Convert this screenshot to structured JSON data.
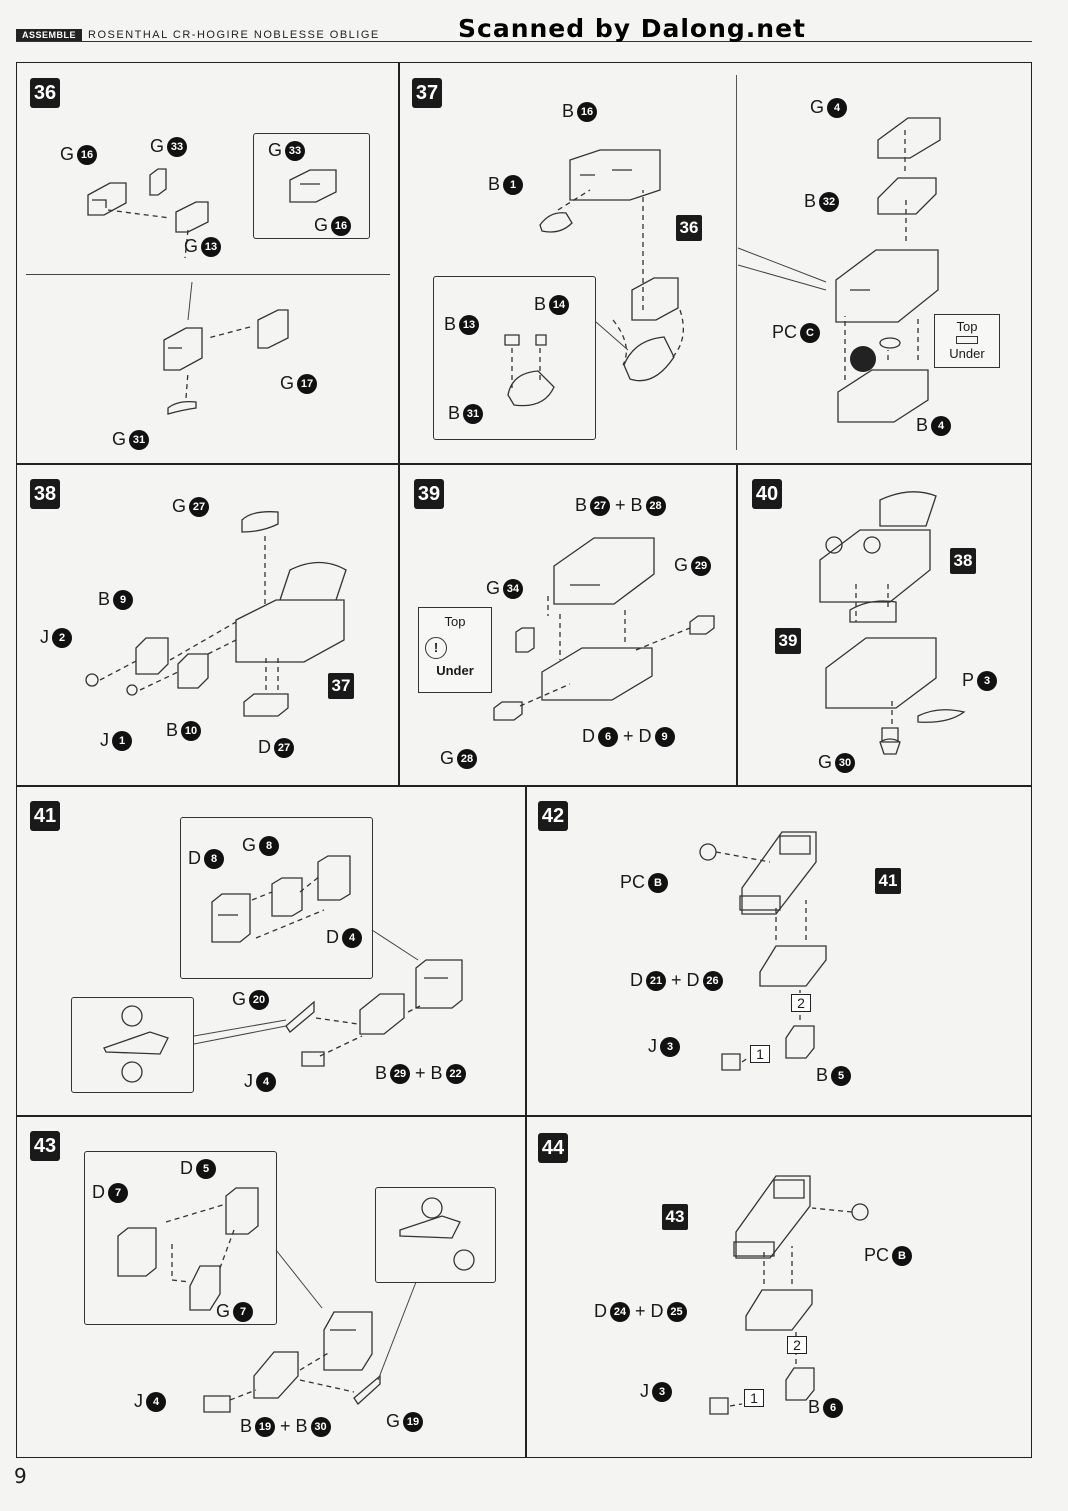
{
  "header": {
    "tag": "ASSEMBLE",
    "title": "ROSENTHAL CR-HOGIRE NOBLESSE OBLIGE",
    "watermark": "Scanned by Dalong.net"
  },
  "page_number": "9",
  "steps": {
    "s36": {
      "num": "36",
      "labels": [
        {
          "l": "G",
          "n": "16"
        },
        {
          "l": "G",
          "n": "33"
        },
        {
          "l": "G",
          "n": "13"
        },
        {
          "l": "G",
          "n": "33"
        },
        {
          "l": "G",
          "n": "16"
        },
        {
          "l": "G",
          "n": "17"
        },
        {
          "l": "G",
          "n": "31"
        }
      ]
    },
    "s37": {
      "num": "37",
      "ref": "36",
      "labels": [
        {
          "l": "B",
          "n": "16"
        },
        {
          "l": "B",
          "n": "1"
        },
        {
          "l": "B",
          "n": "13"
        },
        {
          "l": "B",
          "n": "14"
        },
        {
          "l": "B",
          "n": "31"
        },
        {
          "l": "G",
          "n": "4"
        },
        {
          "l": "B",
          "n": "32"
        },
        {
          "l": "PC",
          "n": "C"
        },
        {
          "l": "B",
          "n": "4"
        }
      ],
      "note": {
        "top": "Top",
        "under": "Under"
      }
    },
    "s38": {
      "num": "38",
      "ref": "37",
      "labels": [
        {
          "l": "G",
          "n": "27"
        },
        {
          "l": "B",
          "n": "9"
        },
        {
          "l": "J",
          "n": "2"
        },
        {
          "l": "J",
          "n": "1"
        },
        {
          "l": "B",
          "n": "10"
        },
        {
          "l": "D",
          "n": "27"
        }
      ]
    },
    "s39": {
      "num": "39",
      "labels": [
        {
          "l": "B",
          "n": "27"
        },
        {
          "l": "B",
          "n": "28"
        },
        {
          "l": "G",
          "n": "34"
        },
        {
          "l": "G",
          "n": "29"
        },
        {
          "l": "D",
          "n": "6"
        },
        {
          "l": "D",
          "n": "9"
        },
        {
          "l": "G",
          "n": "28"
        }
      ],
      "note": {
        "top": "Top",
        "under": "Under"
      }
    },
    "s40": {
      "num": "40",
      "refs": [
        "38",
        "39"
      ],
      "labels": [
        {
          "l": "P",
          "n": "3"
        },
        {
          "l": "G",
          "n": "30"
        }
      ]
    },
    "s41": {
      "num": "41",
      "labels": [
        {
          "l": "D",
          "n": "8"
        },
        {
          "l": "G",
          "n": "8"
        },
        {
          "l": "D",
          "n": "4"
        },
        {
          "l": "G",
          "n": "20"
        },
        {
          "l": "J",
          "n": "4"
        },
        {
          "l": "B",
          "n": "29"
        },
        {
          "l": "B",
          "n": "22"
        }
      ]
    },
    "s42": {
      "num": "42",
      "ref": "41",
      "labels": [
        {
          "l": "PC",
          "n": "B"
        },
        {
          "l": "D",
          "n": "21"
        },
        {
          "l": "D",
          "n": "26"
        },
        {
          "l": "J",
          "n": "3"
        },
        {
          "l": "B",
          "n": "5"
        }
      ],
      "order": [
        "1",
        "2"
      ]
    },
    "s43": {
      "num": "43",
      "labels": [
        {
          "l": "D",
          "n": "5"
        },
        {
          "l": "D",
          "n": "7"
        },
        {
          "l": "G",
          "n": "7"
        },
        {
          "l": "J",
          "n": "4"
        },
        {
          "l": "B",
          "n": "19"
        },
        {
          "l": "B",
          "n": "30"
        },
        {
          "l": "G",
          "n": "19"
        }
      ]
    },
    "s44": {
      "num": "44",
      "ref": "43",
      "labels": [
        {
          "l": "PC",
          "n": "B"
        },
        {
          "l": "D",
          "n": "24"
        },
        {
          "l": "D",
          "n": "25"
        },
        {
          "l": "J",
          "n": "3"
        },
        {
          "l": "B",
          "n": "6"
        }
      ],
      "order": [
        "1",
        "2"
      ]
    }
  },
  "plus": "+"
}
